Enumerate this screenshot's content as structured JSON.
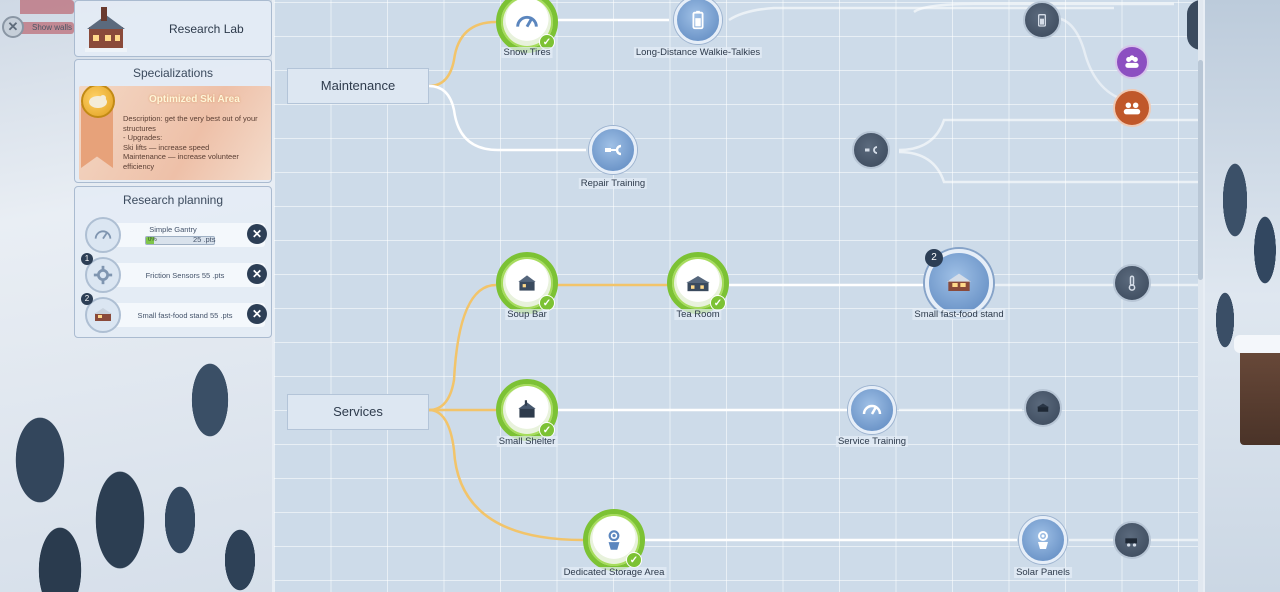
{
  "top_notification": {
    "text": "Show walls"
  },
  "lab": {
    "title": "Research Lab"
  },
  "specializations": {
    "title": "Specializations",
    "name": "Optimized Ski Area",
    "description": [
      "Description: get the very best out of your",
      "structures",
      "- Upgrades:",
      "  Ski lifts — increase speed",
      "  Maintenance — increase volunteer",
      "efficiency"
    ]
  },
  "research_planning": {
    "title": "Research planning",
    "items": [
      {
        "name": "Simple Gantry",
        "pts": "25 .pts",
        "progress_label": "0%",
        "progress": 0.12,
        "icon": "speedometer-icon"
      },
      {
        "name": "Friction Sensors",
        "pts": "55 .pts",
        "num": "1",
        "icon": "gear-icon"
      },
      {
        "name": "Small fast-food stand",
        "pts": "55 .pts",
        "num": "2",
        "icon": "food-stand-icon"
      }
    ]
  },
  "tree": {
    "categories": [
      {
        "id": "maintenance",
        "label": "Maintenance"
      },
      {
        "id": "services",
        "label": "Services"
      }
    ],
    "nodes": [
      {
        "label": "Snow Tires",
        "state": "done",
        "icon": "speedometer-icon"
      },
      {
        "label": "Long-Distance Walkie-Talkies",
        "state": "available",
        "icon": "battery-icon"
      },
      {
        "label": "Repair Training",
        "state": "available",
        "icon": "repair-icon"
      },
      {
        "label": "Soup Bar",
        "state": "done",
        "icon": "building-icon"
      },
      {
        "label": "Tea Room",
        "state": "done",
        "icon": "building-icon"
      },
      {
        "label": "Small fast-food stand",
        "state": "queued",
        "icon": "food-stand-icon",
        "queue": "2"
      },
      {
        "label": "Small Shelter",
        "state": "done",
        "icon": "shelter-icon"
      },
      {
        "label": "Service Training",
        "state": "available",
        "icon": "speedometer-icon"
      },
      {
        "label": "Dedicated Storage Area",
        "state": "done",
        "icon": "flower-icon"
      },
      {
        "label": "Solar Panels",
        "state": "available",
        "icon": "flower-icon"
      }
    ]
  },
  "colors": {
    "done_ring": "#7cc234",
    "category_line": "#f2c46a",
    "locked": "#39475a",
    "remove_button": "#2c3e55"
  }
}
